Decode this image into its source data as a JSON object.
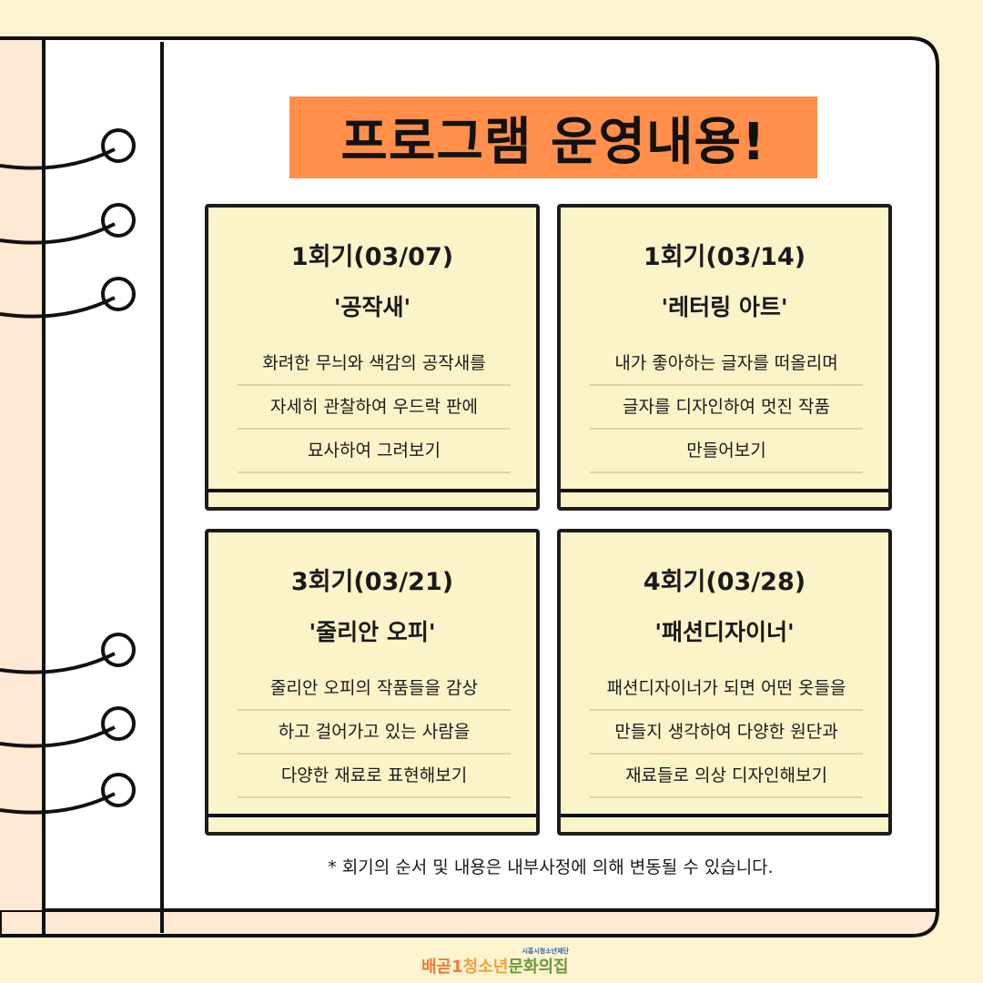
{
  "title": "프로그램 운영내용!",
  "cards": [
    {
      "session": "1회기(03/07)",
      "topic": "'공작새'",
      "lines": [
        "화려한 무늬와 색감의 공작새를",
        "자세히 관찰하여 우드락 판에",
        "묘사하여 그려보기"
      ]
    },
    {
      "session": "1회기(03/14)",
      "topic": "'레터링 아트'",
      "lines": [
        "내가 좋아하는 글자를 떠올리며",
        "글자를 디자인하여 멋진 작품",
        "만들어보기"
      ]
    },
    {
      "session": "3회기(03/21)",
      "topic": "'줄리안 오피'",
      "lines": [
        "줄리안 오피의 작품들을 감상",
        "하고 걸어가고 있는 사람을",
        "다양한 재료로 표현해보기"
      ]
    },
    {
      "session": "4회기(03/28)",
      "topic": "'패션디자이너'",
      "lines": [
        "패션디자이너가 되면 어떤 옷들을",
        "만들지 생각하여 다양한 원단과",
        "재료들로 의상 디자인해보기"
      ]
    }
  ],
  "note": "* 회기의 순서 및 내용은 내부사정에 의해 변동될 수 있습니다.",
  "logo": {
    "org": "시흥시청소년재단",
    "name_a": "배곧1",
    "name_b": "청소년",
    "name_c": "문화의집"
  },
  "colors": {
    "background": "#fbf4cf",
    "banner": "#ff8f4a",
    "card": "#fbf4c9",
    "spine": "#fde9d4"
  }
}
